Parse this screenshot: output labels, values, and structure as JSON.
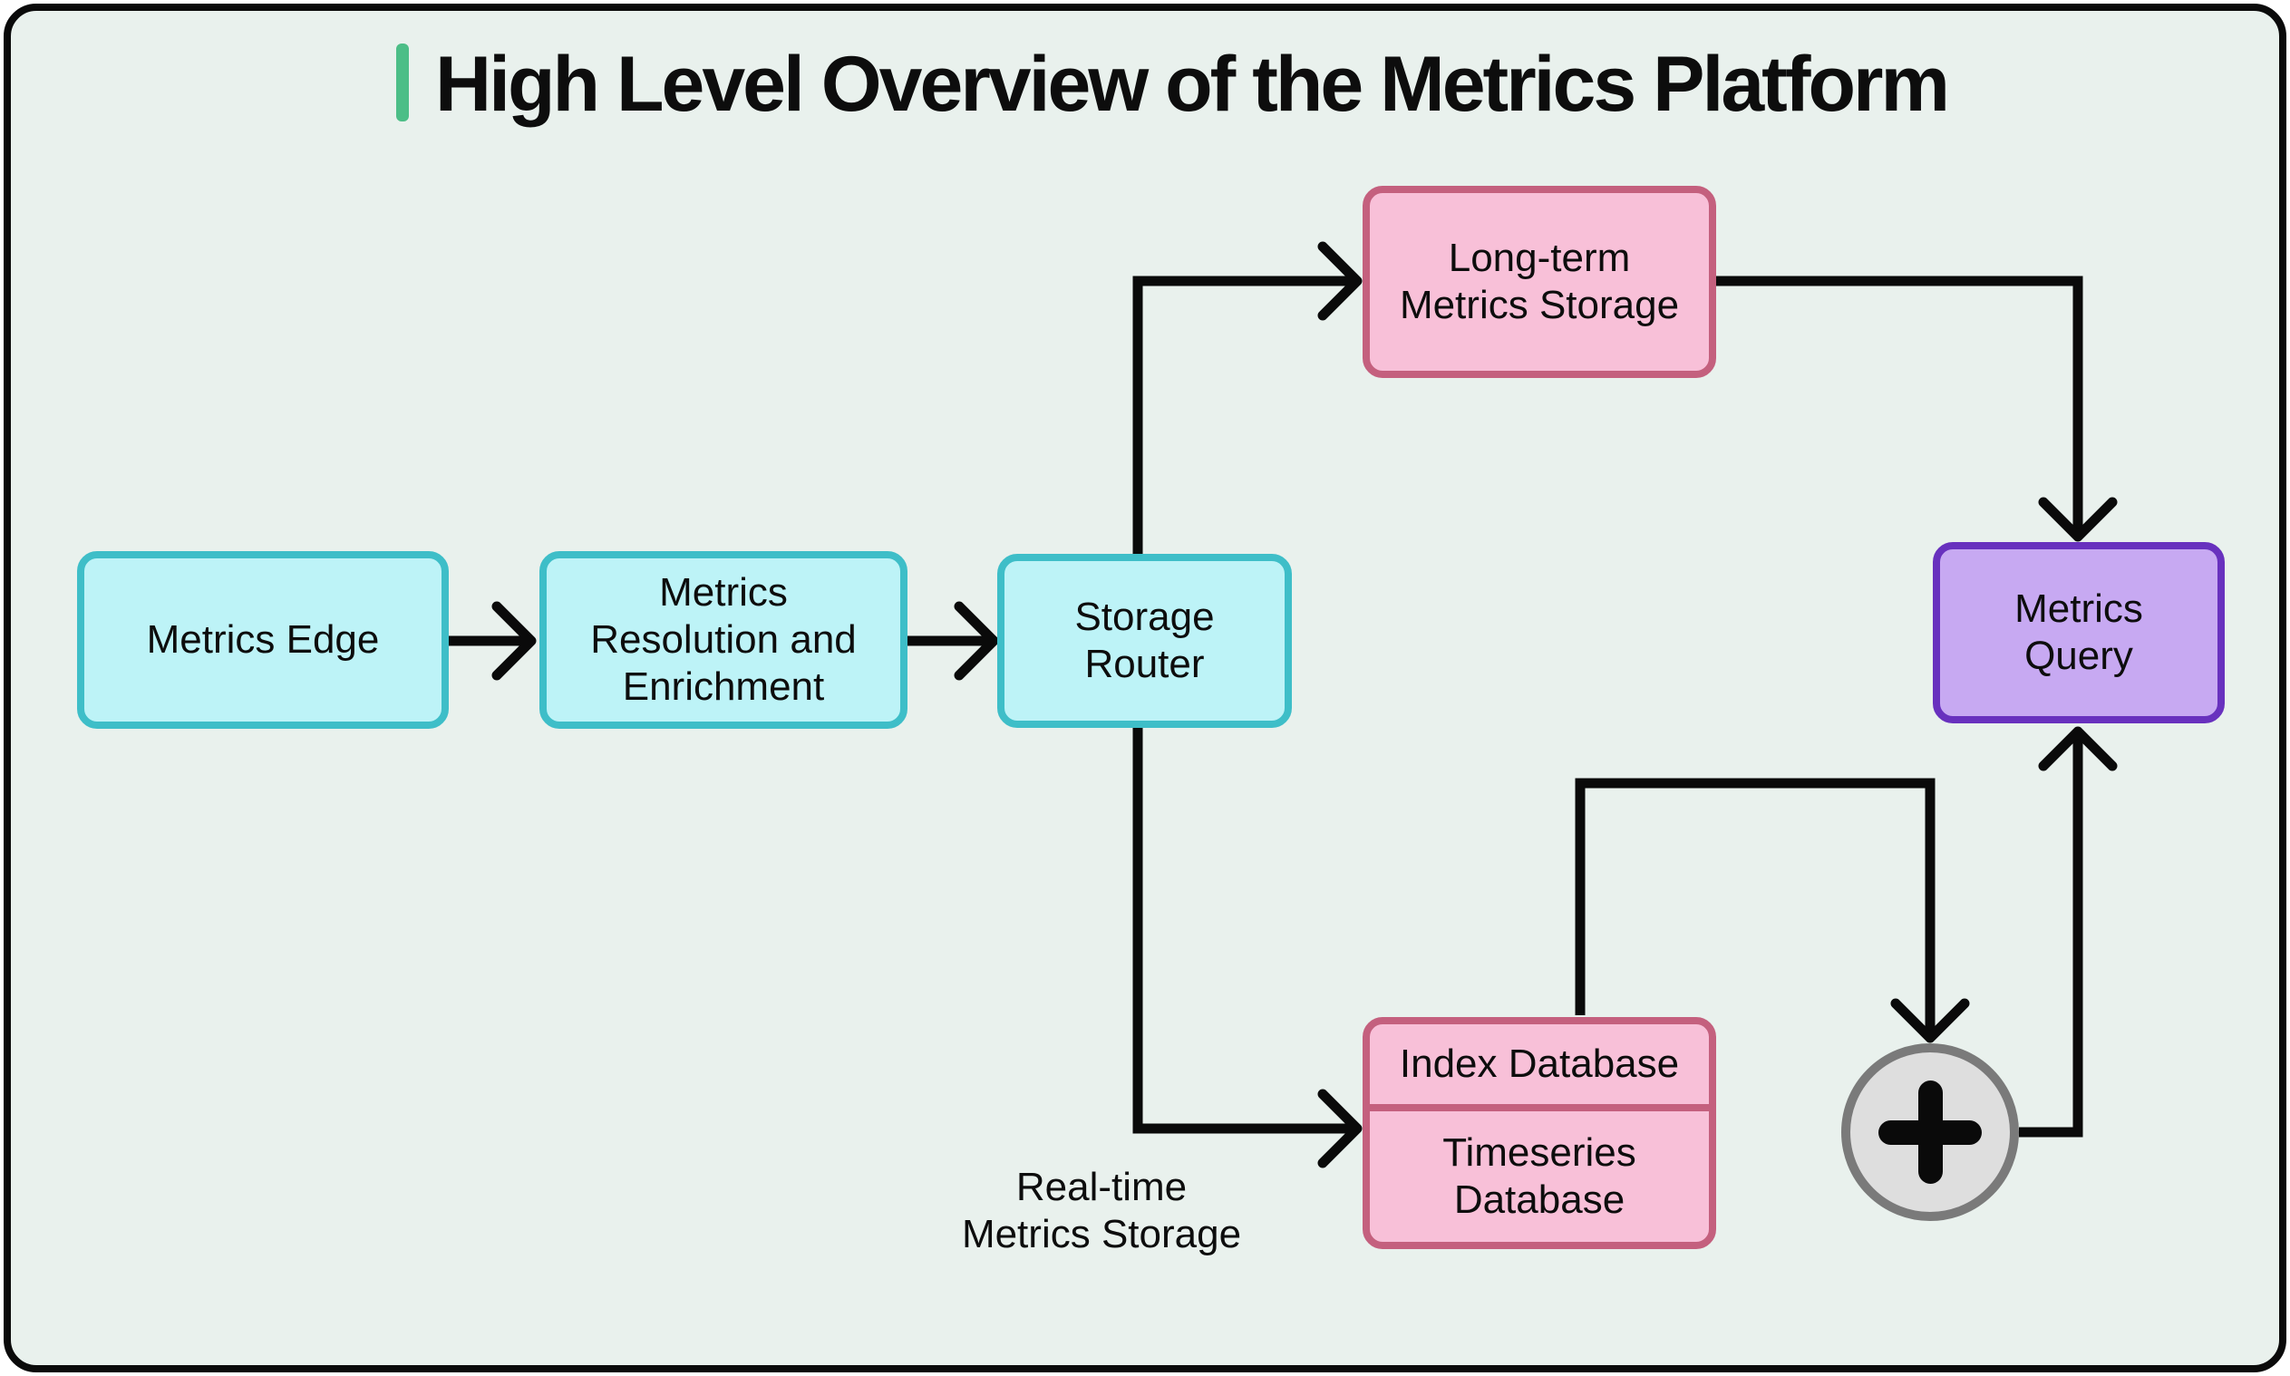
{
  "title": "High Level Overview of the Metrics Platform",
  "colors": {
    "bg": "#E9F1ED",
    "frame-border": "#0A0A0A",
    "arrow": "#0A0A0A",
    "text": "#0D0D0D",
    "cyan-fill": "#BDF3F7",
    "cyan-border": "#3EBEC8",
    "pink-fill": "#F8C0D8",
    "pink-border": "#C4607E",
    "purple-fill": "#C7A9F2",
    "purple-border": "#6831BE",
    "circle-fill": "#DEDEDE",
    "circle-border": "#7A7A7A",
    "green-accent": "#4CBE87"
  },
  "nodes": {
    "metrics_edge": {
      "label": "Metrics Edge"
    },
    "metrics_resolution": {
      "label": "Metrics\nResolution and\nEnrichment"
    },
    "storage_router": {
      "label": "Storage\nRouter"
    },
    "longterm_storage": {
      "label": "Long-term\nMetrics Storage"
    },
    "index_database": {
      "label": "Index Database"
    },
    "timeseries_database": {
      "label": "Timeseries\nDatabase"
    },
    "metrics_query": {
      "label": "Metrics\nQuery"
    },
    "aggregator": {
      "icon": "plus-icon"
    }
  },
  "annotations": {
    "realtime_storage": "Real-time\nMetrics Storage"
  }
}
